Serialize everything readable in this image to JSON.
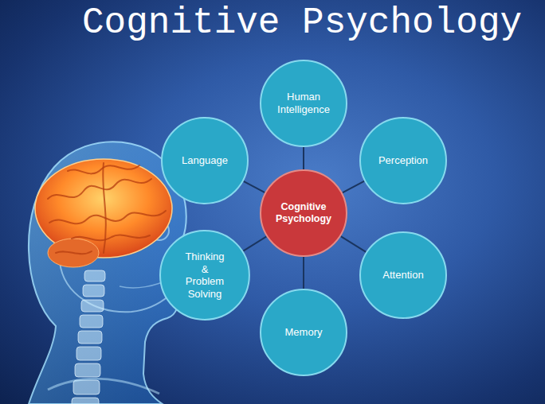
{
  "diagram": {
    "title": "Cognitive Psychology",
    "nodes": [
      {
        "text": [
          "Human Intelligence"
        ]
      },
      {
        "text": [
          "Language"
        ]
      },
      {
        "text": [
          "Perception"
        ]
      },
      {
        "text": [
          "Cognitive Psychology"
        ]
      },
      {
        "text": [
          "Thinking & Problem Solving"
        ]
      },
      {
        "text": [
          "Attention"
        ]
      },
      {
        "text": [
          "Memory"
        ]
      }
    ],
    "edges": [
      {
        "from": 3,
        "to": 0,
        "arrow": "none"
      },
      {
        "from": 3,
        "to": 2,
        "arrow": "none"
      },
      {
        "from": 3,
        "to": 5,
        "arrow": "none"
      },
      {
        "from": 3,
        "to": 6,
        "arrow": "none"
      },
      {
        "from": 3,
        "to": 4,
        "arrow": "none"
      },
      {
        "from": 3,
        "to": 1,
        "arrow": "none"
      }
    ]
  }
}
